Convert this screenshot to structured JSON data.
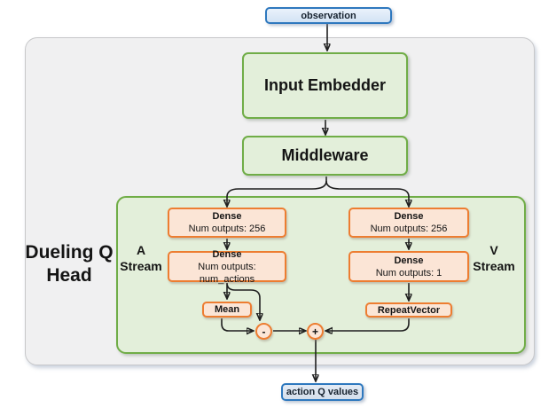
{
  "nodes": {
    "observation": "observation",
    "input_embedder": "Input Embedder",
    "middleware": "Middleware",
    "action_q_values": "action Q values"
  },
  "dueling_head": {
    "label": {
      "line1": "Dueling Q",
      "line2": "Head"
    },
    "a_stream": {
      "line1": "A",
      "line2": "Stream"
    },
    "v_stream": {
      "line1": "V",
      "line2": "Stream"
    },
    "a_dense_1": {
      "name": "Dense",
      "detail": "Num outputs: 256"
    },
    "a_dense_2": {
      "name": "Dense",
      "detail": "Num outputs: num_actions"
    },
    "v_dense_1": {
      "name": "Dense",
      "detail": "Num outputs: 256"
    },
    "v_dense_2": {
      "name": "Dense",
      "detail": "Num outputs: 1"
    },
    "mean": "Mean",
    "repeat_vector": "RepeatVector",
    "minus_op": "-",
    "plus_op": "+"
  },
  "colors": {
    "green_fill": "#e3efda",
    "green_border": "#70ad47",
    "orange_fill": "#fbe5d6",
    "orange_border": "#ed7d31",
    "blue_fill_top": "#eaf2fb",
    "blue_fill_bottom": "#d2e3f4",
    "blue_border": "#2e78be",
    "outer_container_fill": "#f0f0f1",
    "outer_container_border": "#c7c7c9",
    "arrow": "#1f1f1f"
  }
}
